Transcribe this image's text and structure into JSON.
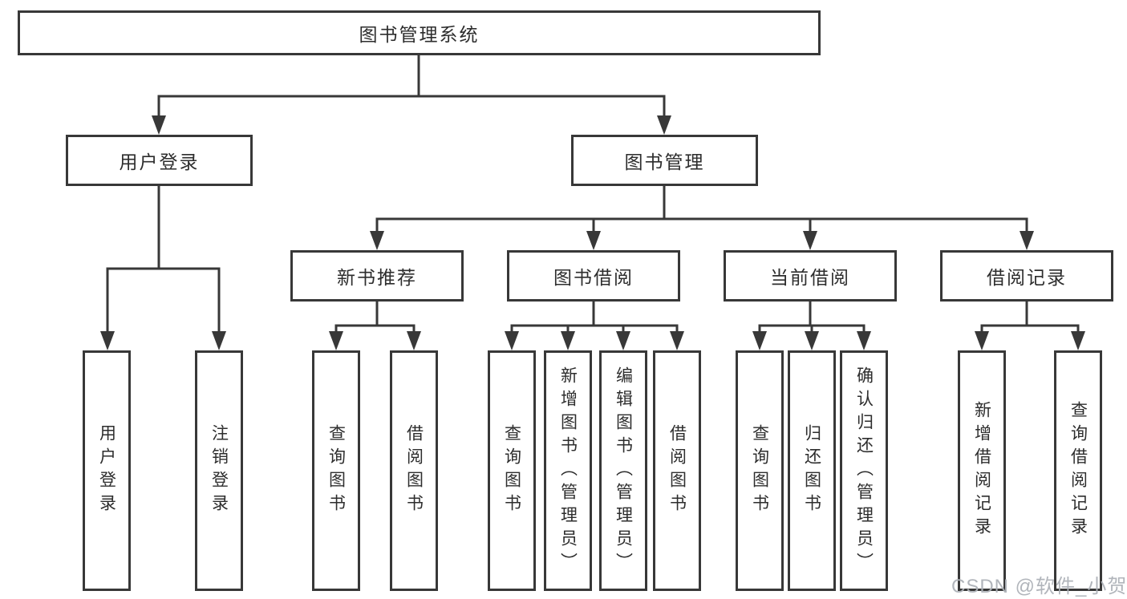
{
  "tree": {
    "label": "图书管理系统",
    "children": [
      {
        "label": "用户登录",
        "children": [
          {
            "label": "用户登录"
          },
          {
            "label": "注销登录"
          }
        ]
      },
      {
        "label": "图书管理",
        "children": [
          {
            "label": "新书推荐",
            "children": [
              {
                "label": "查询图书"
              },
              {
                "label": "借阅图书"
              }
            ]
          },
          {
            "label": "图书借阅",
            "children": [
              {
                "label": "查询图书"
              },
              {
                "label": "新增图书（管理员）"
              },
              {
                "label": "编辑图书（管理员）"
              },
              {
                "label": "借阅图书"
              }
            ]
          },
          {
            "label": "当前借阅",
            "children": [
              {
                "label": "查询图书"
              },
              {
                "label": "归还图书"
              },
              {
                "label": "确认归还（管理员）"
              }
            ]
          },
          {
            "label": "借阅记录",
            "children": [
              {
                "label": "新增借阅记录"
              },
              {
                "label": "查询借阅记录"
              }
            ]
          }
        ]
      }
    ]
  },
  "watermark": {
    "text": "CSDN @软件_小贺同学",
    "color": "#adb1b7"
  },
  "colors": {
    "line": "#383838",
    "box_border": "#383838",
    "text": "#2d2d2d",
    "background": "#ffffff"
  }
}
